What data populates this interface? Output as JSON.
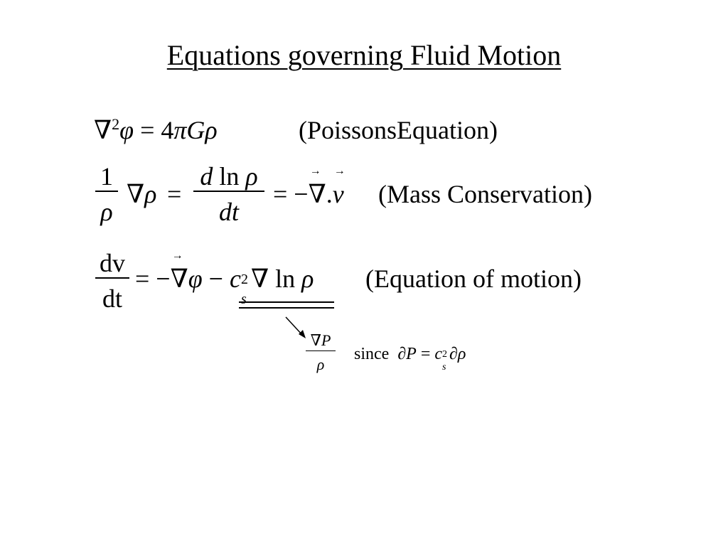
{
  "slide": {
    "title": "Equations governing Fluid Motion",
    "eq1": {
      "expr": "∇²φ = 4πGρ",
      "label": "(PoissonsEquation)"
    },
    "eq2": {
      "frac1_num": "1",
      "frac1_den": "ρ",
      "mid": "∇ρ",
      "eq": "=",
      "frac2_num": "d ln ρ",
      "frac2_den": "dt",
      "rest": "= −∇.v",
      "label": "(Mass Conservation)"
    },
    "eq3": {
      "frac_num": "dv",
      "frac_den": "dt",
      "rest": "= −∇φ − c_s²∇ ln ρ",
      "label": "(Equation of motion)"
    },
    "note": {
      "frac_num": "∇P",
      "frac_den": "ρ",
      "since_word": "since",
      "since_expr": "∂P = c_s²∂ρ"
    }
  }
}
